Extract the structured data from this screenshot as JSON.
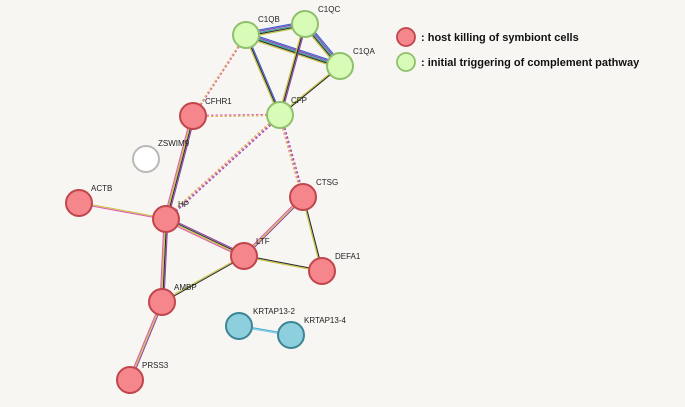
{
  "nodes": [
    {
      "id": "C1QB",
      "label": "C1QB",
      "category": "complement"
    },
    {
      "id": "C1QC",
      "label": "C1QC",
      "category": "complement"
    },
    {
      "id": "C1QA",
      "label": "C1QA",
      "category": "complement"
    },
    {
      "id": "CFP",
      "label": "CFP",
      "category": "complement"
    },
    {
      "id": "CFHR1",
      "label": "CFHR1",
      "category": "host"
    },
    {
      "id": "ZSWIM9",
      "label": "ZSWIM9",
      "category": "none"
    },
    {
      "id": "ACTB",
      "label": "ACTB",
      "category": "host"
    },
    {
      "id": "HP",
      "label": "HP",
      "category": "host"
    },
    {
      "id": "CTSG",
      "label": "CTSG",
      "category": "host"
    },
    {
      "id": "LTF",
      "label": "LTF",
      "category": "host"
    },
    {
      "id": "DEFA1",
      "label": "DEFA1",
      "category": "host"
    },
    {
      "id": "AMBP",
      "label": "AMBP",
      "category": "host"
    },
    {
      "id": "PRSS3",
      "label": "PRSS3",
      "category": "host"
    },
    {
      "id": "KRTAP13-2",
      "label": "KRTAP13-2",
      "category": "cluster"
    },
    {
      "id": "KRTAP13-4",
      "label": "KRTAP13-4",
      "category": "cluster"
    }
  ],
  "edges": [
    {
      "source": "C1QB",
      "target": "C1QC",
      "evidence": [
        "#3f5fd6",
        "#8e44ad",
        "#2ea3a0",
        "#2b2b2b",
        "#c7c23a"
      ]
    },
    {
      "source": "C1QB",
      "target": "C1QA",
      "evidence": [
        "#3f5fd6",
        "#8e44ad",
        "#2ea3a0",
        "#2b2b2b",
        "#c7c23a"
      ]
    },
    {
      "source": "C1QC",
      "target": "C1QA",
      "evidence": [
        "#3f5fd6",
        "#8e44ad",
        "#2ea3a0",
        "#2b2b2b",
        "#c7c23a"
      ]
    },
    {
      "source": "C1QB",
      "target": "CFP",
      "evidence": [
        "#3f5fd6",
        "#2b2b2b",
        "#c7c23a"
      ]
    },
    {
      "source": "C1QC",
      "target": "CFP",
      "evidence": [
        "#8e44ad",
        "#2b2b2b",
        "#c7c23a"
      ]
    },
    {
      "source": "C1QA",
      "target": "CFP",
      "evidence": [
        "#2b2b2b",
        "#c7c23a"
      ]
    },
    {
      "source": "C1QB",
      "target": "CFHR1",
      "evidence": [
        "#e05aa8",
        "#d9b54a"
      ],
      "dashed": true
    },
    {
      "source": "CFHR1",
      "target": "CFP",
      "evidence": [
        "#e05aa8",
        "#d9b54a"
      ],
      "dashed": true
    },
    {
      "source": "CFHR1",
      "target": "HP",
      "evidence": [
        "#8e44ad",
        "#2b2b2b",
        "#c7c23a",
        "#e05aa8"
      ]
    },
    {
      "source": "CFP",
      "target": "HP",
      "evidence": [
        "#8e44ad",
        "#e05aa8",
        "#d9b54a"
      ],
      "dashed": true
    },
    {
      "source": "CFP",
      "target": "CTSG",
      "evidence": [
        "#8e44ad",
        "#e05aa8",
        "#d9b54a"
      ],
      "dashed": true
    },
    {
      "source": "ACTB",
      "target": "HP",
      "evidence": [
        "#c7c23a",
        "#e05aa8"
      ]
    },
    {
      "source": "HP",
      "target": "LTF",
      "evidence": [
        "#8e44ad",
        "#2b2b2b",
        "#c7c23a",
        "#e05aa8"
      ]
    },
    {
      "source": "HP",
      "target": "AMBP",
      "evidence": [
        "#8e44ad",
        "#2b2b2b",
        "#c7c23a",
        "#e05aa8"
      ]
    },
    {
      "source": "CTSG",
      "target": "LTF",
      "evidence": [
        "#8e44ad",
        "#c7c23a",
        "#e05aa8"
      ]
    },
    {
      "source": "CTSG",
      "target": "DEFA1",
      "evidence": [
        "#2b2b2b",
        "#c7c23a"
      ]
    },
    {
      "source": "LTF",
      "target": "DEFA1",
      "evidence": [
        "#2b2b2b",
        "#c7c23a"
      ]
    },
    {
      "source": "LTF",
      "target": "AMBP",
      "evidence": [
        "#2b2b2b",
        "#c7c23a"
      ]
    },
    {
      "source": "AMBP",
      "target": "PRSS3",
      "evidence": [
        "#8e44ad",
        "#c7c23a",
        "#e05aa8"
      ]
    },
    {
      "source": "KRTAP13-2",
      "target": "KRTAP13-4",
      "evidence": [
        "#3fb0d8",
        "#7fc9e6"
      ]
    }
  ],
  "legend": [
    {
      "category": "host",
      "label": ": host killing of symbiont cells"
    },
    {
      "category": "complement",
      "label": ": initial triggering of complement pathway"
    }
  ],
  "colors": {
    "background": "#f7f6f2",
    "host_fill": "#f4868c",
    "host_stroke": "#c1454c",
    "complement_fill": "#d9fbb8",
    "complement_stroke": "#8fc06b",
    "cluster_fill": "#8ecfdd",
    "cluster_stroke": "#3c8596",
    "none_fill": "#ffffff",
    "none_stroke": "#b9b9b9"
  }
}
